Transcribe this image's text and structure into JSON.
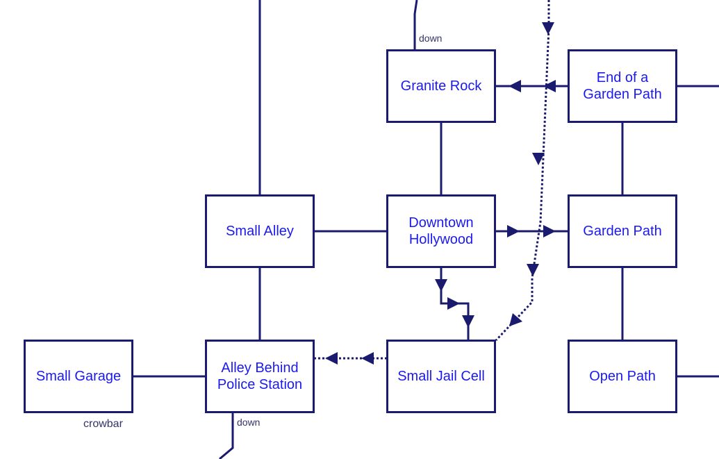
{
  "diagram": {
    "colors": {
      "line": "#1a1a6e",
      "room_text": "#1a1aee",
      "label_text": "#333366",
      "background": "#ffffff"
    },
    "rooms": {
      "granite_rock": "Granite Rock",
      "end_of_garden_path": "End of a Garden Path",
      "small_alley": "Small Alley",
      "downtown_hollywood": "Downtown Hollywood",
      "garden_path": "Garden Path",
      "small_garage": "Small Garage",
      "alley_behind_police": "Alley Behind Police Station",
      "small_jail_cell": "Small Jail Cell",
      "open_path": "Open Path"
    },
    "labels": {
      "granite_down": "down",
      "alley_down": "down",
      "crowbar": "crowbar"
    },
    "connections": [
      {
        "from": "End of a Garden Path",
        "to": "Granite Rock",
        "style": "one-way"
      },
      {
        "from": "Downtown Hollywood",
        "to": "Garden Path",
        "style": "one-way"
      },
      {
        "from": "Downtown Hollywood",
        "to": "Small Jail Cell",
        "style": "one-way"
      },
      {
        "from": "Small Jail Cell",
        "to": "Alley Behind Police Station",
        "style": "one-way-dotted"
      },
      {
        "from": "Granite Rock",
        "to": "Downtown Hollywood",
        "style": "two-way"
      },
      {
        "from": "Small Alley",
        "to": "Downtown Hollywood",
        "style": "two-way"
      },
      {
        "from": "Small Alley",
        "to": "Alley Behind Police Station",
        "style": "two-way"
      },
      {
        "from": "Small Garage",
        "to": "Alley Behind Police Station",
        "style": "two-way"
      },
      {
        "from": "End of a Garden Path",
        "to": "Garden Path",
        "style": "two-way"
      },
      {
        "from": "Garden Path",
        "to": "Open Path",
        "style": "two-way"
      }
    ]
  }
}
